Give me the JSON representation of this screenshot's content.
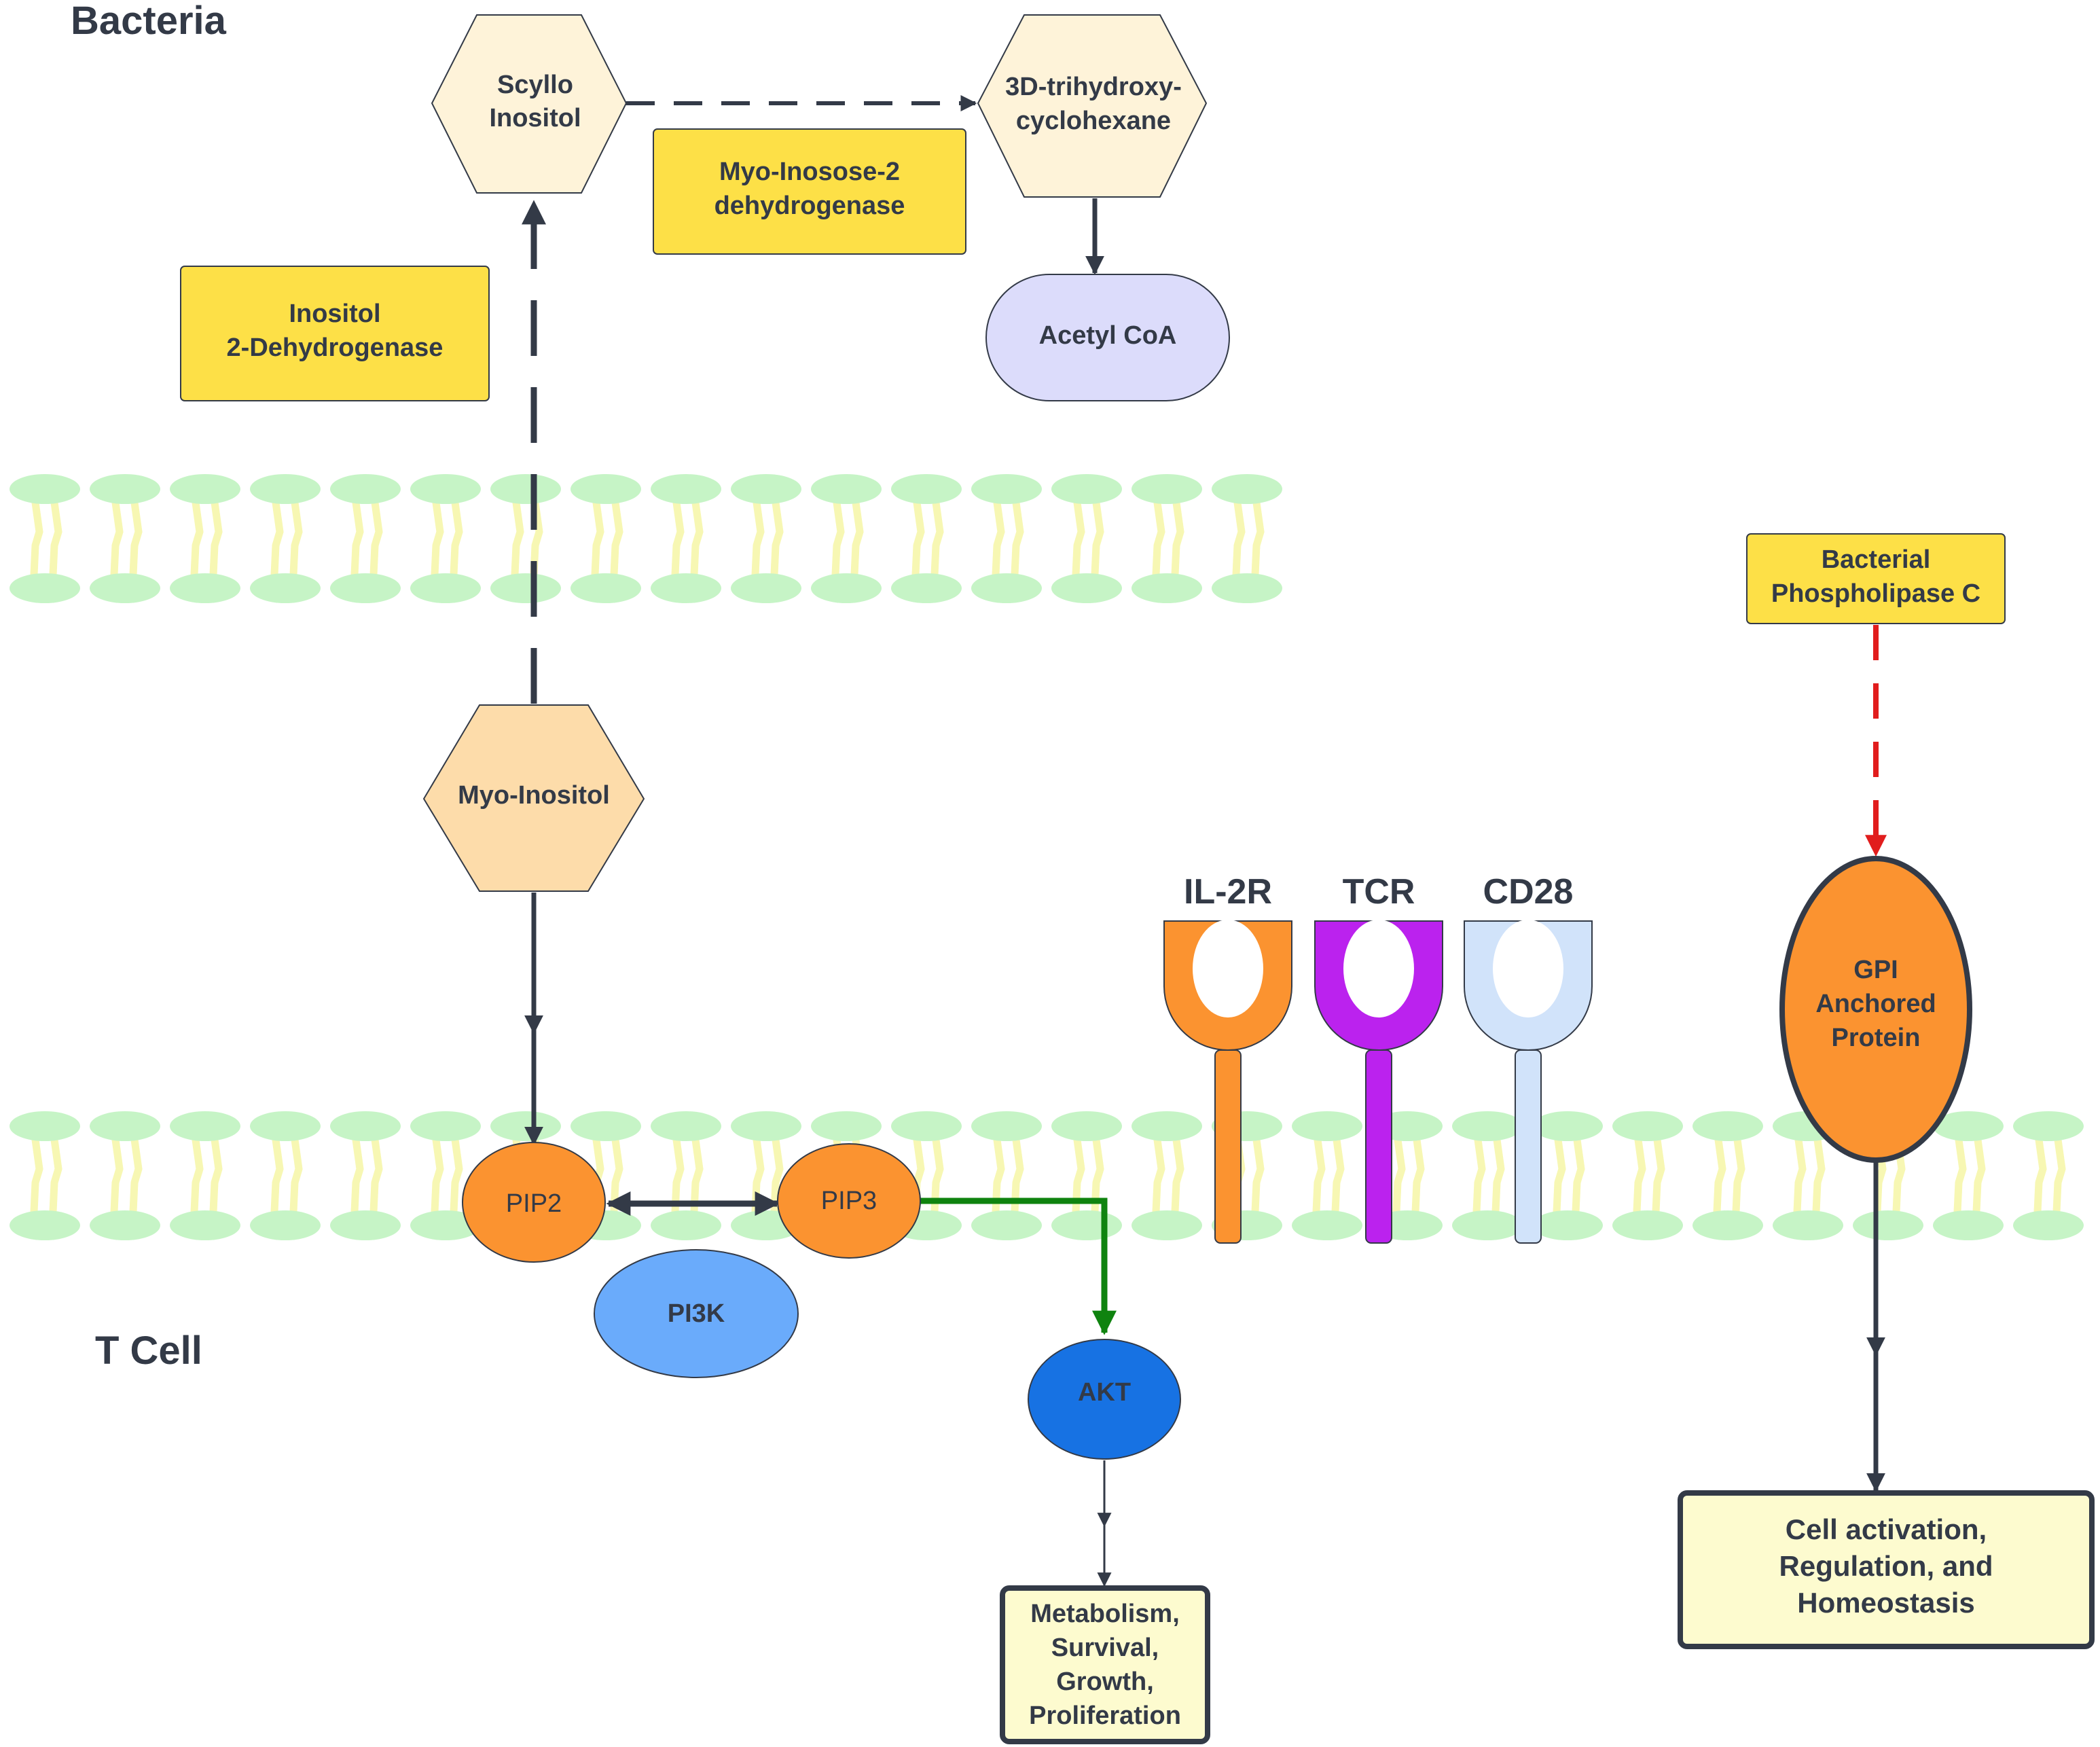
{
  "regions": {
    "top": "Bacteria",
    "bottom": "T Cell"
  },
  "molecules": {
    "scyllo_inositol": [
      "Scyllo",
      "Inositol"
    ],
    "trihydroxy_cyclohexane": [
      "3D-trihydroxy-",
      "cyclohexane"
    ],
    "myo_inositol": "Myo-Inositol",
    "acetyl_coa": "Acetyl CoA",
    "pip2": "PIP2",
    "pip3": "PIP3",
    "pi3k": "PI3K",
    "akt": "AKT",
    "gpi_protein": [
      "GPI",
      "Anchored",
      "Protein"
    ]
  },
  "enzymes": {
    "inositol_dehydrogenase": [
      "Inositol",
      "2-Dehydrogenase"
    ],
    "myo_inosose_dehydrogenase": [
      "Myo-Inosose-2",
      "dehydrogenase"
    ],
    "bacterial_plc": [
      "Bacterial",
      "Phospholipase C"
    ]
  },
  "receptors": {
    "il2r": "IL-2R",
    "tcr": "TCR",
    "cd28": "CD28"
  },
  "outcomes": {
    "akt_outcome": [
      "Metabolism,",
      "Survival,",
      "Growth,",
      "Proliferation"
    ],
    "gpi_outcome": [
      "Cell activation,",
      "Regulation, and",
      "Homeostasis"
    ]
  },
  "colors": {
    "text_dark": "#333a47",
    "enzyme_yellow": "#fde047",
    "hexagon_light": "#fef3d9",
    "hexagon_myo": "#fddcaa",
    "acetyl_lavender": "#dcdcfb",
    "orange": "#fb9330",
    "pi3k_blue": "#6aabfb",
    "akt_blue": "#1772e3",
    "tcr_purple": "#bb22ee",
    "cd28_lightblue": "#d1e3fa",
    "outcome_fill": "#fdfbcf",
    "membrane_head": "#c6f4c6",
    "membrane_tail": "#f7f7b3",
    "activation_green": "#0f830f",
    "cleavage_red": "#e11d1d"
  }
}
